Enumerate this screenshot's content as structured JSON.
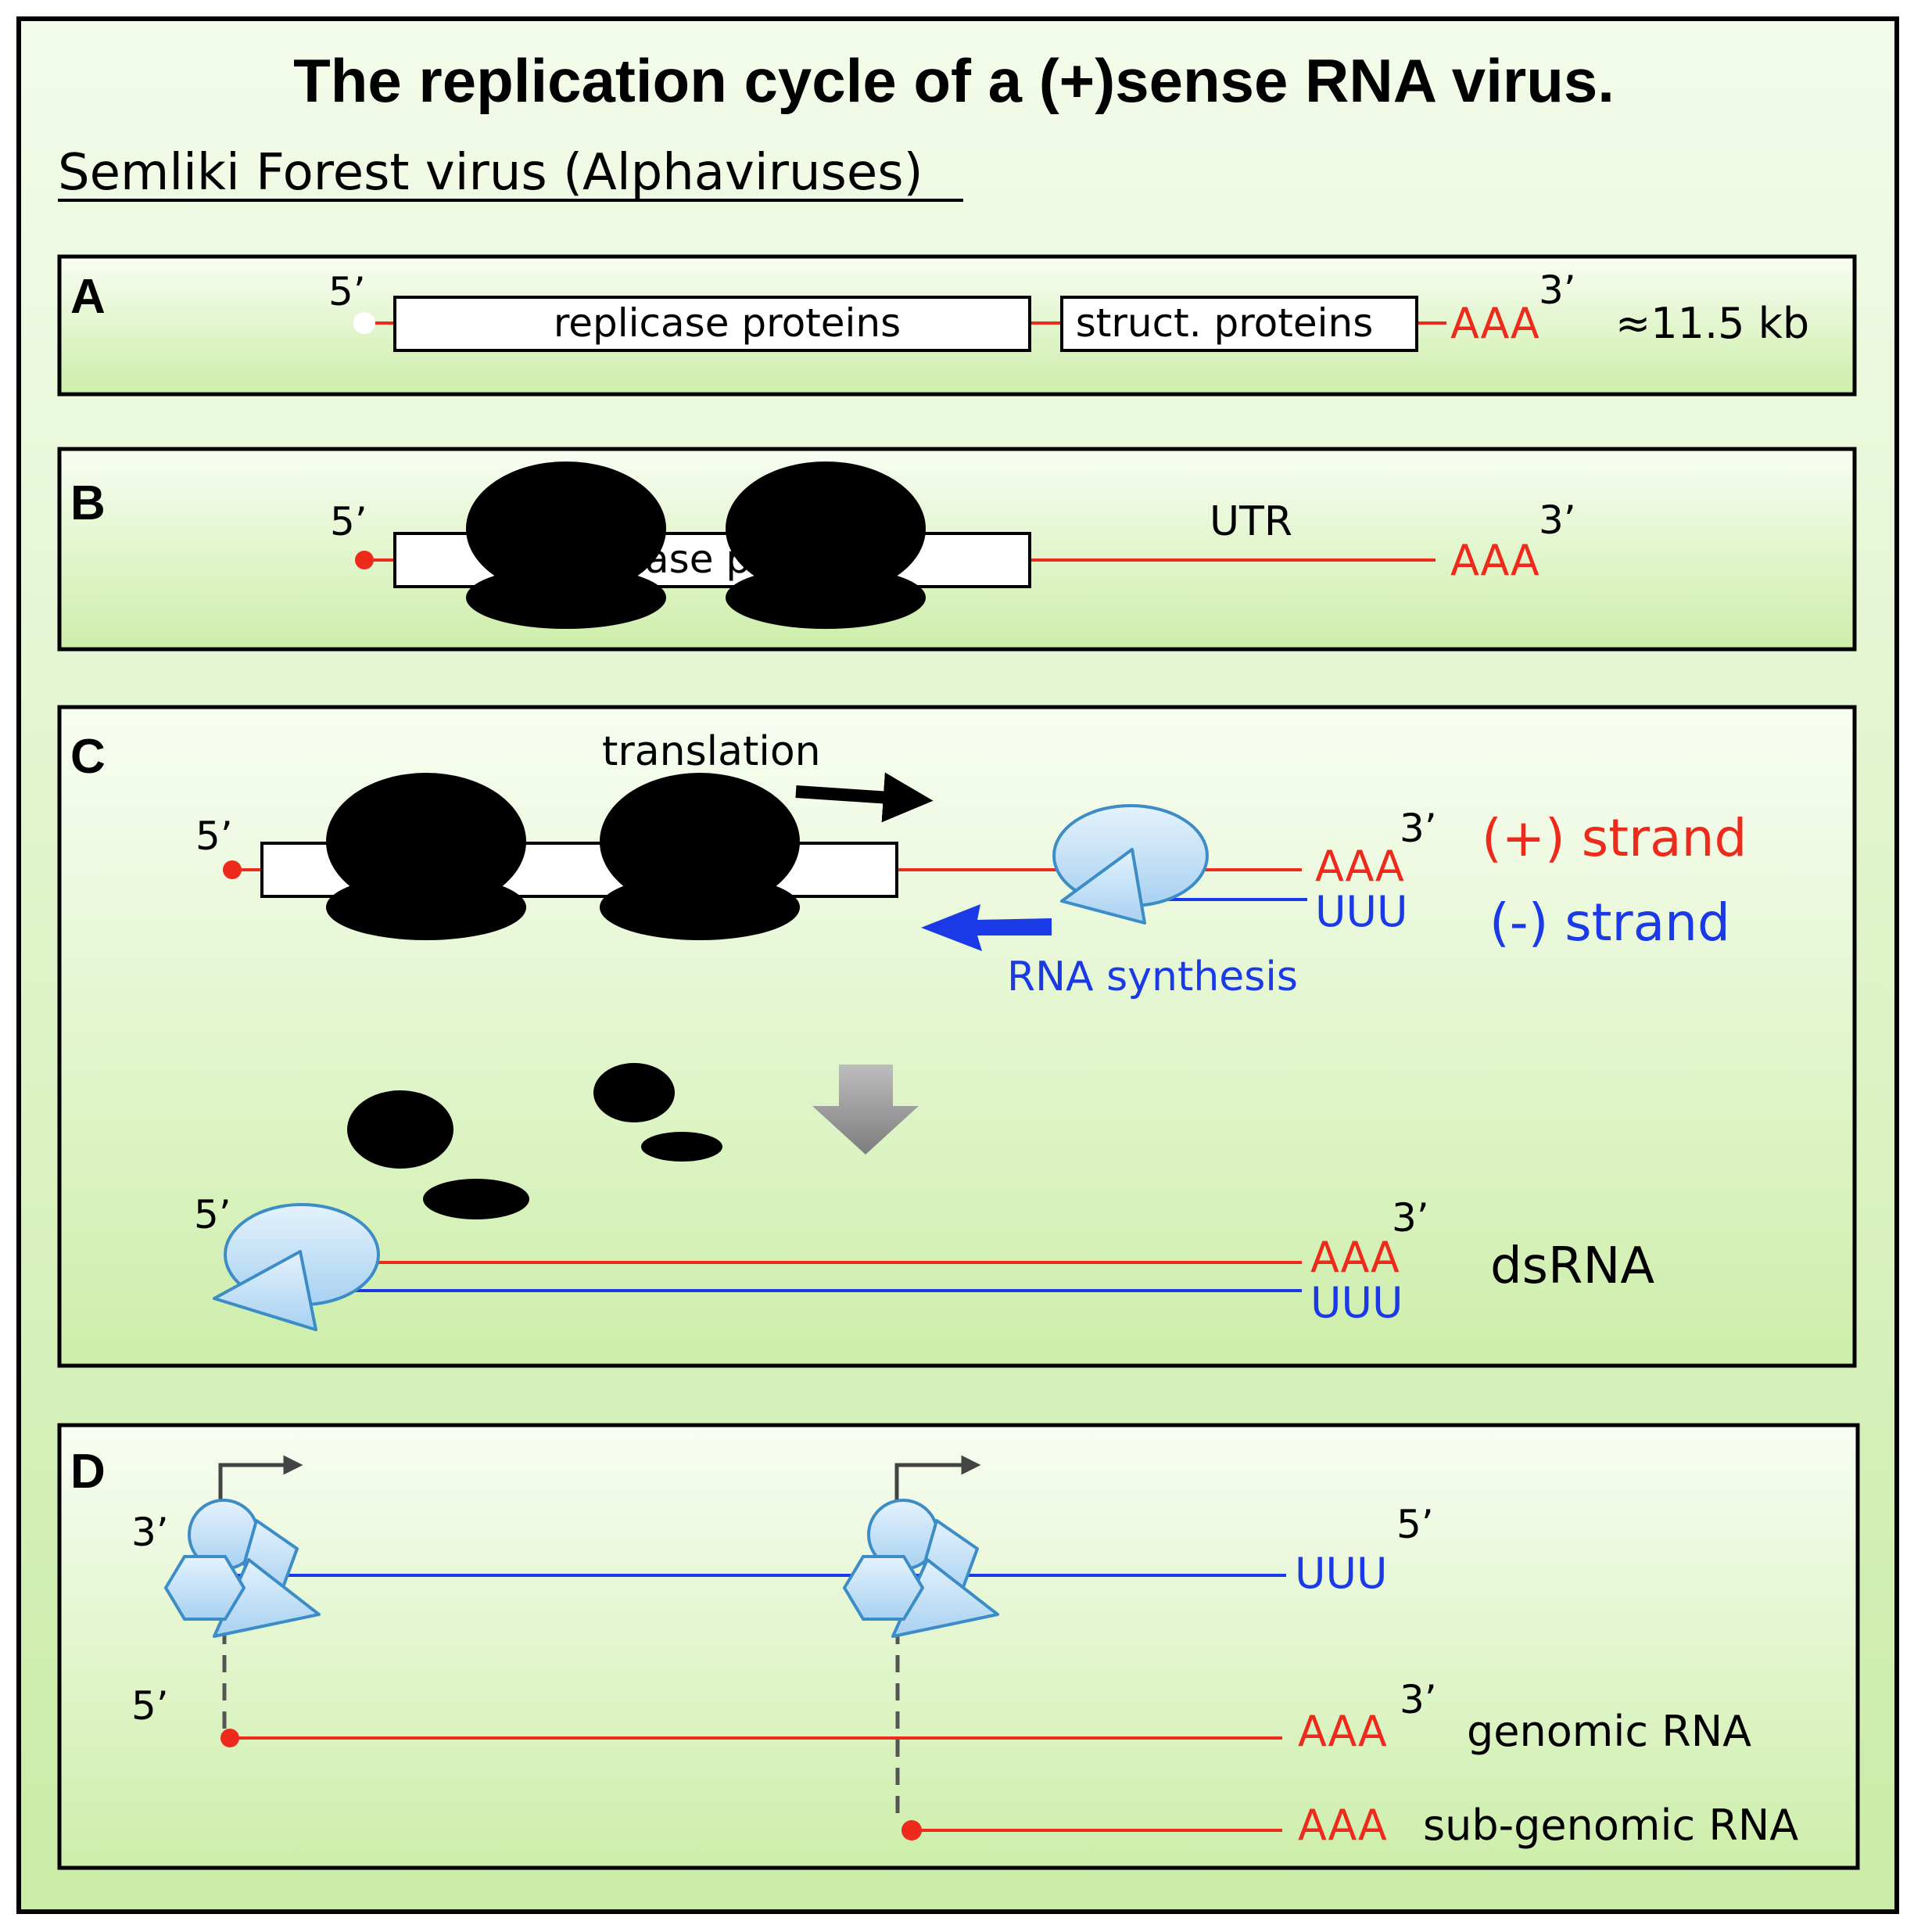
{
  "title": "The replication cycle of a (+)sense RNA virus.",
  "subtitle": "Semliki Forest virus (Alphaviruses)",
  "colors": {
    "plus_strand": "#ee2a1c",
    "minus_strand": "#1a3ae8",
    "enzyme_fill": "#bcdcf6",
    "enzyme_stroke": "#3c8cc8",
    "panel_bg_top": "#f7fdf0",
    "panel_bg_bottom": "#cdeeaa"
  },
  "icons": [
    "ribosome-icon",
    "replicase-icon",
    "promoter-arrow-icon",
    "down-arrow-icon"
  ],
  "panels": {
    "a": {
      "letter": "A",
      "five_prime": "5’",
      "three_prime": "3’",
      "replicase_box": "replicase proteins",
      "structural_box": "struct. proteins",
      "poly_a": "AAA",
      "size": "≈11.5 kb"
    },
    "b": {
      "letter": "B",
      "five_prime": "5’",
      "three_prime": "3’",
      "box_text": "replicase proteins",
      "utr": "UTR",
      "poly_a": "AAA"
    },
    "c": {
      "letter": "C",
      "five_prime": "5’",
      "three_prime": "3’",
      "translation": "translation",
      "poly_a": "AAA",
      "poly_u": "UUU",
      "plus_strand": "(+) strand",
      "minus_strand": "(-) strand",
      "rna_synthesis": "RNA synthesis",
      "five_prime_2": "5’",
      "three_prime_2": "3’",
      "poly_a_2": "AAA",
      "poly_u_2": "UUU",
      "dsrna": "dsRNA"
    },
    "d": {
      "letter": "D",
      "three_prime_top": "3’",
      "five_prime_top": "5’",
      "poly_u": "UUU",
      "five_prime_mid": "5’",
      "three_prime_mid": "3’",
      "poly_a_genomic": "AAA",
      "genomic": "genomic RNA",
      "poly_a_sub": "AAA",
      "subgenomic": "sub-genomic RNA"
    }
  }
}
